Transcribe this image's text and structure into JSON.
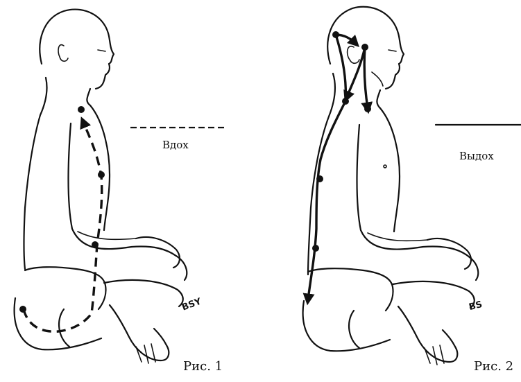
{
  "figures": [
    {
      "id": "fig1",
      "caption": "Рис. 1",
      "breath_label": "Вдох",
      "line_style": "dashed",
      "signature": "BSY"
    },
    {
      "id": "fig2",
      "caption": "Рис. 2",
      "breath_label": "Выдох",
      "line_style": "solid",
      "signature": "BS"
    }
  ],
  "colors": {
    "ink": "#111111",
    "background": "#ffffff"
  }
}
